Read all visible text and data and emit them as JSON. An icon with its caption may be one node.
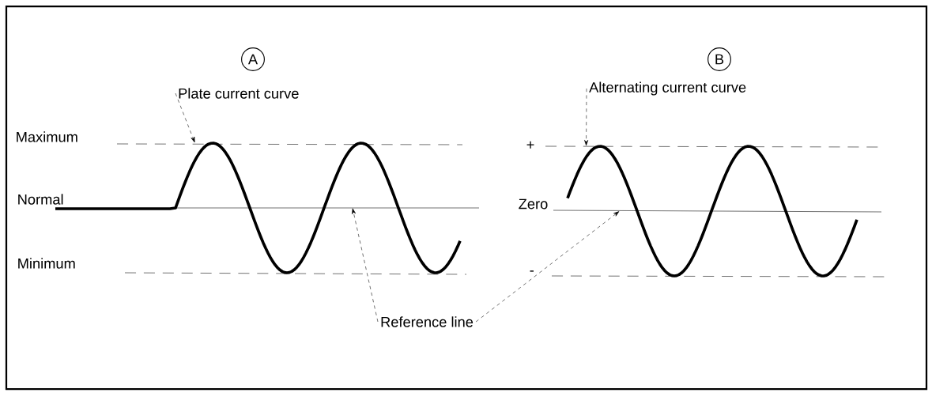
{
  "diagram": {
    "nodes": [
      {
        "text": [
          "A"
        ]
      },
      {
        "text": [
          "B"
        ]
      },
      {
        "text": [
          "Plate current curve"
        ]
      },
      {
        "text": [
          "Alternating current curve"
        ]
      },
      {
        "text": [
          "Reference line"
        ]
      },
      {
        "text": [],
        "shape": "curve"
      },
      {
        "text": [],
        "shape": "curve"
      },
      {
        "text": [],
        "shape": "line"
      },
      {
        "text": [],
        "shape": "line"
      }
    ],
    "edges": [
      {
        "from": 2,
        "to": 5,
        "arrow": "to",
        "style": "dashed"
      },
      {
        "from": 3,
        "to": 6,
        "arrow": "to",
        "style": "dashed"
      },
      {
        "from": 4,
        "to": 7,
        "arrow": "to",
        "style": "dashed"
      },
      {
        "from": 4,
        "to": 8,
        "arrow": "to",
        "style": "dashed"
      }
    ],
    "labels": [
      "Maximum",
      "Normal",
      "Minimum",
      "+",
      "Zero",
      "-"
    ]
  }
}
